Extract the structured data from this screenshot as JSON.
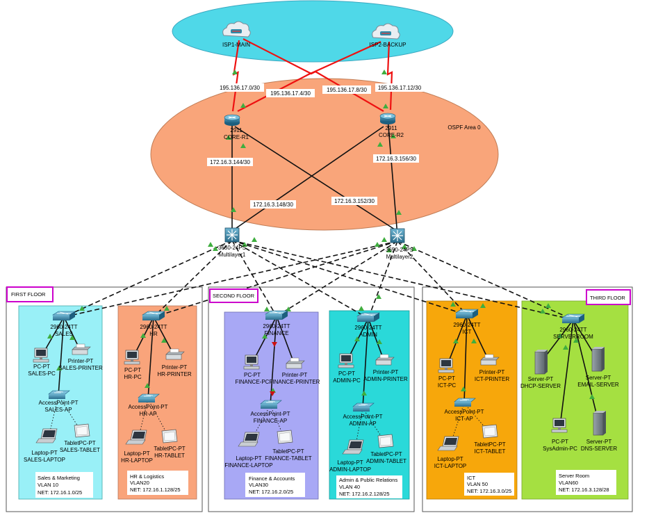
{
  "isp": {
    "main_label": "ISP1-MAIN",
    "backup_label": "ISP2-BACKUP"
  },
  "wan_links": [
    "195.136.17.0/30",
    "195.136.17.4/30",
    "195.136.17.8/30",
    "195.136.17.12/30"
  ],
  "core": {
    "r1_model": "2911",
    "r1_name": "CORE-R1",
    "r2_model": "2911",
    "r2_name": "CORE-R2",
    "ospf_label": "OSPF Area 0"
  },
  "core_links": [
    "172.16.3.144/30",
    "172.16.3.156/30",
    "172.16.3.148/30",
    "172.16.3.152/30"
  ],
  "multilayer": {
    "ml1_model": "3650-24PS",
    "ml1_name": "Multilayer1",
    "ml2_model": "3650-24PS",
    "ml2_name": "Multilayer2"
  },
  "floors": {
    "first": "FIRST FLOOR",
    "second": "SECOND FLOOR",
    "third": "THIRD FLOOR"
  },
  "departments": [
    {
      "switch_model": "2960-24TT",
      "switch_name": "SALES",
      "pc_type": "PC-PT",
      "pc_name": "SALES-PC",
      "printer_type": "Printer-PT",
      "printer_name": "SALES-PRINTER",
      "ap_type": "AccessPoint-PT",
      "ap_name": "SALES-AP",
      "laptop_type": "Laptop-PT",
      "laptop_name": "SALES-LAPTOP",
      "tablet_type": "TabletPC-PT",
      "tablet_name": "SALES-TABLET",
      "info_name": "Sales & Marketing",
      "vlan": "VLAN 10",
      "net": "NET: 172.16.1.0/25"
    },
    {
      "switch_model": "2960-24TT",
      "switch_name": "HR",
      "pc_type": "PC-PT",
      "pc_name": "HR-PC",
      "printer_type": "Printer-PT",
      "printer_name": "HR-PRINTER",
      "ap_type": "AccessPoint-PT",
      "ap_name": "HR-AP",
      "laptop_type": "Laptop-PT",
      "laptop_name": "HR-LAPTOP",
      "tablet_type": "TabletPC-PT",
      "tablet_name": "HR-TABLET",
      "info_name": "HR & Logistics",
      "vlan": "VLAN20",
      "net": "NET: 172.16.1.128/25"
    },
    {
      "switch_model": "2960-24TT",
      "switch_name": "FINANCE",
      "pc_type": "PC-PT",
      "pc_name": "FINANCE-PC",
      "printer_type": "Printer-PT",
      "printer_name": "FINANCE-PRINTER",
      "ap_type": "AccessPoint-PT",
      "ap_name": "FINANCE-AP",
      "laptop_type": "Laptop-PT",
      "laptop_name": "FINANCE-LAPTOP",
      "tablet_type": "TabletPC-PT",
      "tablet_name": "FINANCE-TABLET",
      "info_name": "Finance & Accounts",
      "vlan": "VLAN30",
      "net": "NET: 172.16.2.0/25"
    },
    {
      "switch_model": "2960-24TT",
      "switch_name": "ADMIN",
      "pc_type": "PC-PT",
      "pc_name": "ADMIN-PC",
      "printer_type": "Printer-PT",
      "printer_name": "ADMIN-PRINTER",
      "ap_type": "AccessPoint-PT",
      "ap_name": "ADMIN-AP",
      "laptop_type": "Laptop-PT",
      "laptop_name": "ADMIN-LAPTOP",
      "tablet_type": "TabletPC-PT",
      "tablet_name": "ADMIN-TABLET",
      "info_name": "Admin & Public Relations",
      "vlan": "VLAN 40",
      "net": "NET: 172.16.2.128/25"
    },
    {
      "switch_model": "2960-24TT",
      "switch_name": "ICT",
      "pc_type": "PC-PT",
      "pc_name": "ICT-PC",
      "printer_type": "Printer-PT",
      "printer_name": "ICT-PRINTER",
      "ap_type": "AccessPoint-PT",
      "ap_name": "ICT-AP",
      "laptop_type": "Laptop-PT",
      "laptop_name": "ICT-LAPTOP",
      "tablet_type": "TabletPC-PT",
      "tablet_name": "ICT-TABLET",
      "info_name": "ICT",
      "vlan": "VLAN 50",
      "net": "NET: 172.16.3.0/25"
    }
  ],
  "serverroom": {
    "switch_model": "2960-24TT",
    "switch_name": "SERVERROOM",
    "dhcp_type": "Server-PT",
    "dhcp_name": "DHCP-SERVER",
    "email_type": "Server-PT",
    "email_name": "EMAIL-SERVER",
    "sysadmin_type": "PC-PT",
    "sysadmin_name": "SysAdmin-PC",
    "dns_type": "Server-PT",
    "dns_name": "DNS-SERVER",
    "info_name": "Server Room",
    "vlan": "VLAN60",
    "net": "NET: 172.16.3.128/28"
  },
  "colors": {
    "isp_cloud": "#4fd8e8",
    "ospf": "#f9a57a",
    "sales": "#99f0f7",
    "hr": "#f9a47b",
    "finance": "#a8a8f5",
    "admin": "#2ad9d9",
    "ict": "#f7a70b",
    "serverroom": "#a5e041",
    "wan_link": "#ee1111",
    "floor_label_border": "#cc00cc",
    "device": "#2e8aa8"
  }
}
